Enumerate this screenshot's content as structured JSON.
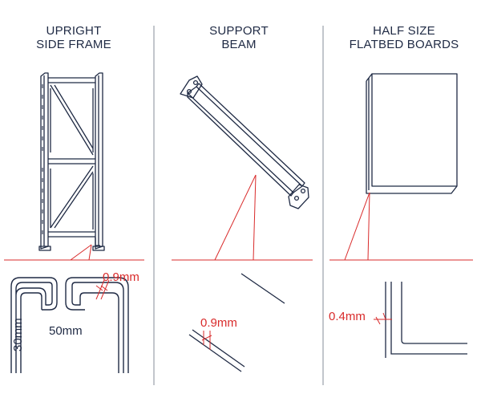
{
  "panels": [
    {
      "title_line1": "UPRIGHT",
      "title_line2": "SIDE FRAME"
    },
    {
      "title_line1": "SUPPORT",
      "title_line2": "BEAM"
    },
    {
      "title_line1": "HALF SIZE",
      "title_line2": "FLATBED BOARDS"
    }
  ],
  "dimensions": {
    "upright_thickness": "0.9mm",
    "upright_width": "50mm",
    "upright_depth": "30mm",
    "beam_thickness": "0.9mm",
    "board_thickness": "0.4mm"
  },
  "colors": {
    "ink": "#1f2a44",
    "accent": "#d92b2b",
    "divider": "#9aa0ab"
  }
}
